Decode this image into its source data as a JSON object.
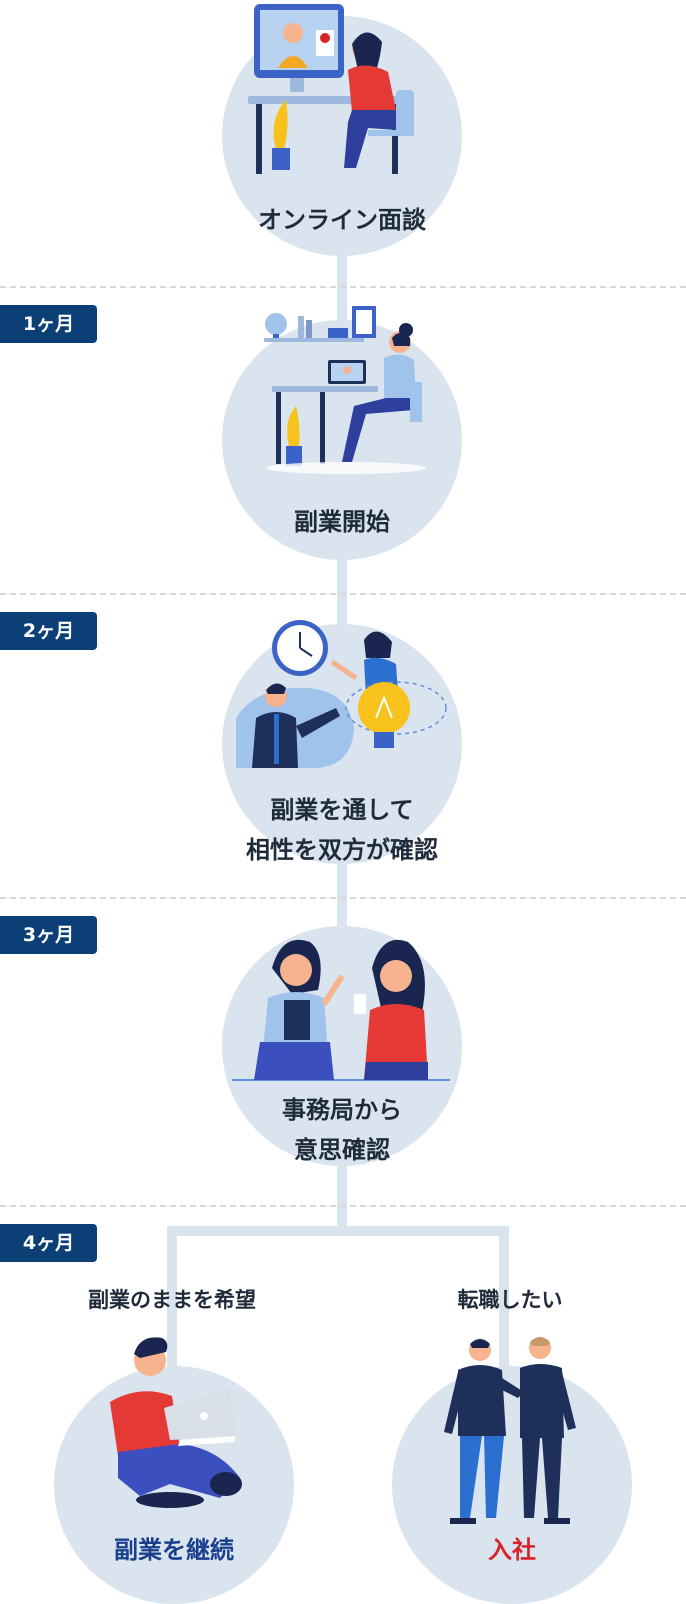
{
  "steps": [
    {
      "label": "オンライン面談"
    },
    {
      "label_lines": [
        "副業開始"
      ]
    },
    {
      "label_lines": [
        "副業を通して",
        "相性を双方が確認"
      ]
    },
    {
      "label_lines": [
        "事務局から",
        "意思確認"
      ]
    }
  ],
  "timeline": [
    "1ヶ月",
    "2ヶ月",
    "3ヶ月",
    "4ヶ月"
  ],
  "branches": {
    "left": {
      "caption": "副業のままを希望",
      "result": "副業を継続",
      "color": "#1a3f8c"
    },
    "right": {
      "caption": "転職したい",
      "result": "入社",
      "color": "#d8232a"
    }
  },
  "colors": {
    "circle": "#d9e4ef",
    "badge": "#0d3f77",
    "divider": "#d5d9de"
  },
  "icons": [
    "video-call-desk-icon",
    "remote-work-desk-icon",
    "idea-meeting-icon",
    "two-women-talking-icon",
    "man-with-laptop-icon",
    "handshake-men-icon"
  ]
}
